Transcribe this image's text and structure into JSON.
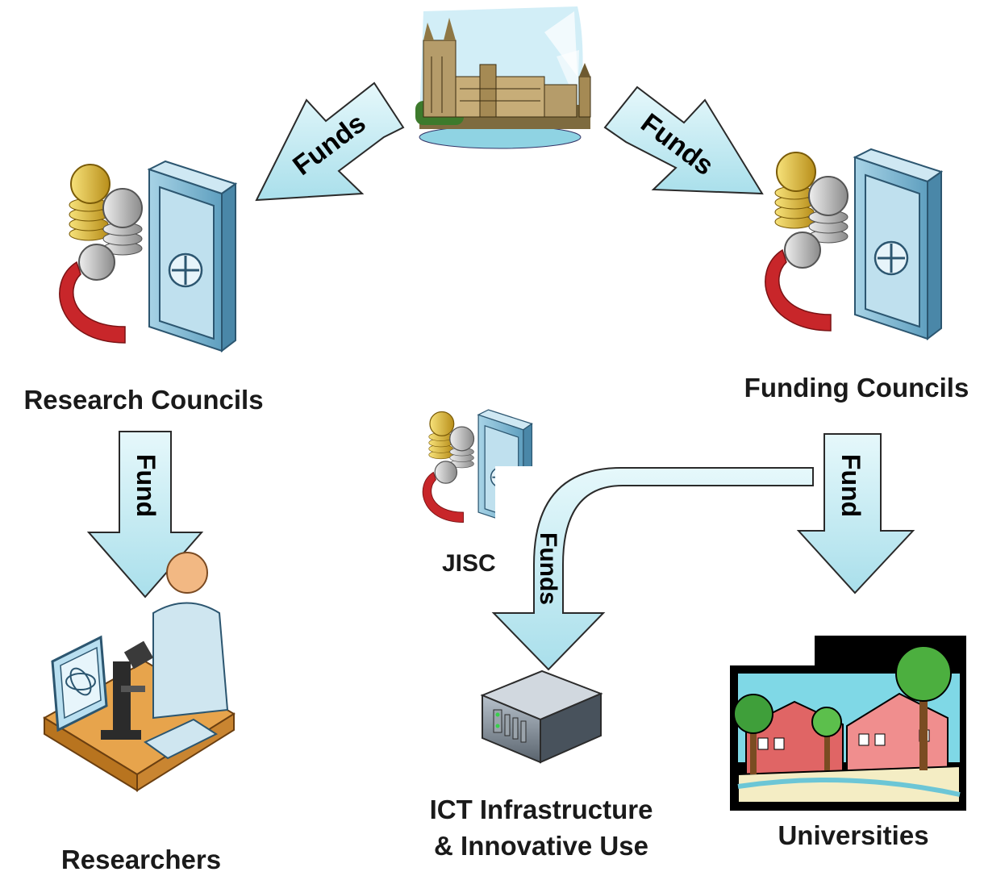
{
  "nodes": {
    "research_councils": "Research Councils",
    "funding_councils": "Funding Councils",
    "jisc": "JISC",
    "researchers": "Researchers",
    "ict_line1": "ICT Infrastructure",
    "ict_line2": "& Innovative Use",
    "universities": "Universities"
  },
  "arrows": {
    "gov_to_research": "Funds",
    "gov_to_funding": "Funds",
    "research_to_researchers": "Fund",
    "funding_to_universities": "Fund",
    "jisc_to_ict": "Funds"
  },
  "colors": {
    "arrow_fill": "#c8eef6",
    "arrow_stroke": "#2a2a2a",
    "label_text": "#1a1a1a"
  },
  "icons": {
    "government": "parliament-icon",
    "research_councils": "coins-safe-icon",
    "funding_councils": "coins-safe-icon",
    "jisc": "coins-safe-icon",
    "researchers": "researcher-at-desk-icon",
    "ict": "server-icon",
    "universities": "campus-icon"
  }
}
